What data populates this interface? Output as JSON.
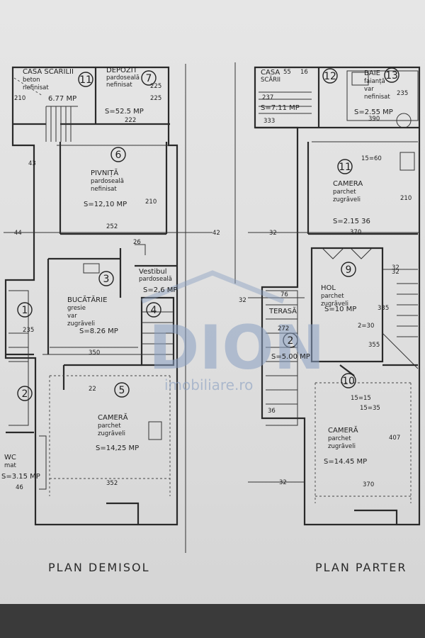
{
  "plans": [
    {
      "title": "PLAN  DEMISOL",
      "rooms": [
        {
          "num": "11",
          "lines": [
            "CASA SCARILII",
            "beton",
            "nefinisat"
          ],
          "area": "6.77 MP",
          "dims": [
            "210",
            "225"
          ]
        },
        {
          "num": "7",
          "lines": [
            "DEPOZIT",
            "pardoseală",
            "nefinisat"
          ],
          "area": "S=52.5 MP",
          "dims": [
            "225",
            "222"
          ]
        },
        {
          "num": "6",
          "lines": [
            "PIVNIȚĂ",
            "pardoseală",
            "nefinisat"
          ],
          "area": "S=12,10 MP",
          "dims": [
            "210",
            "252"
          ]
        },
        {
          "num": "3",
          "lines": [
            "Vestibul",
            "pardoseală"
          ],
          "area": "S=2,6 MP",
          "dims": [
            "26"
          ]
        },
        {
          "num": "1",
          "lines": [],
          "area": "",
          "dims": [
            "235"
          ]
        },
        {
          "num": "4",
          "lines": [],
          "area": "",
          "dims": []
        },
        {
          "num": "",
          "lines": [
            "BUCĂTĂRIE",
            "gresie",
            "var",
            "zugrăveli"
          ],
          "area": "S=8.26 MP",
          "dims": [
            "350"
          ]
        },
        {
          "num": "5",
          "lines": [
            "CAMERĂ",
            "parchet",
            "zugrăveli"
          ],
          "area": "S=14,25 MP",
          "dims": [
            "22",
            "352"
          ]
        },
        {
          "num": "2",
          "lines": [
            "WC",
            "mat"
          ],
          "area": "S=3.15 MP",
          "dims": [
            "46"
          ]
        }
      ],
      "extra_dims": [
        "43",
        "44",
        "42"
      ]
    },
    {
      "title": "PLAN  PARTER",
      "rooms": [
        {
          "num": "12",
          "lines": [
            "CASA",
            "SCĂRII"
          ],
          "area": "S=7.11 MP",
          "dims": [
            "55",
            "16",
            "237"
          ]
        },
        {
          "num": "13",
          "lines": [
            "BAIE",
            "faianță",
            "var",
            "nefinisat"
          ],
          "area": "S=2.55 MP",
          "dims": [
            "235",
            "333",
            "390"
          ]
        },
        {
          "num": "11",
          "lines": [
            "CAMERA",
            "parchet",
            "zugrăveli"
          ],
          "area": "S=2.15 36",
          "dims": [
            "15=60",
            "210",
            "370"
          ]
        },
        {
          "num": "9",
          "lines": [
            "HOL",
            "parchet",
            "zugrăveli"
          ],
          "area": "S=10 MP",
          "dims": [
            "76",
            "335",
            "32"
          ]
        },
        {
          "num": "2",
          "lines": [
            "TERASĂ"
          ],
          "area": "S=5.00 MP",
          "dims": [
            "272",
            "2=30",
            "355"
          ]
        },
        {
          "num": "10",
          "lines": [
            "CAMERĂ",
            "parchet",
            "zugrăveli"
          ],
          "area": "S=14.45 MP",
          "dims": [
            "15=15",
            "15=35",
            "407",
            "370"
          ]
        }
      ],
      "extra_dims": [
        "32",
        "32",
        "32",
        "36",
        "32"
      ]
    }
  ],
  "watermark": {
    "text": "DION",
    "sub": "imobiliare.ro",
    "color": "#8aa0c2"
  }
}
